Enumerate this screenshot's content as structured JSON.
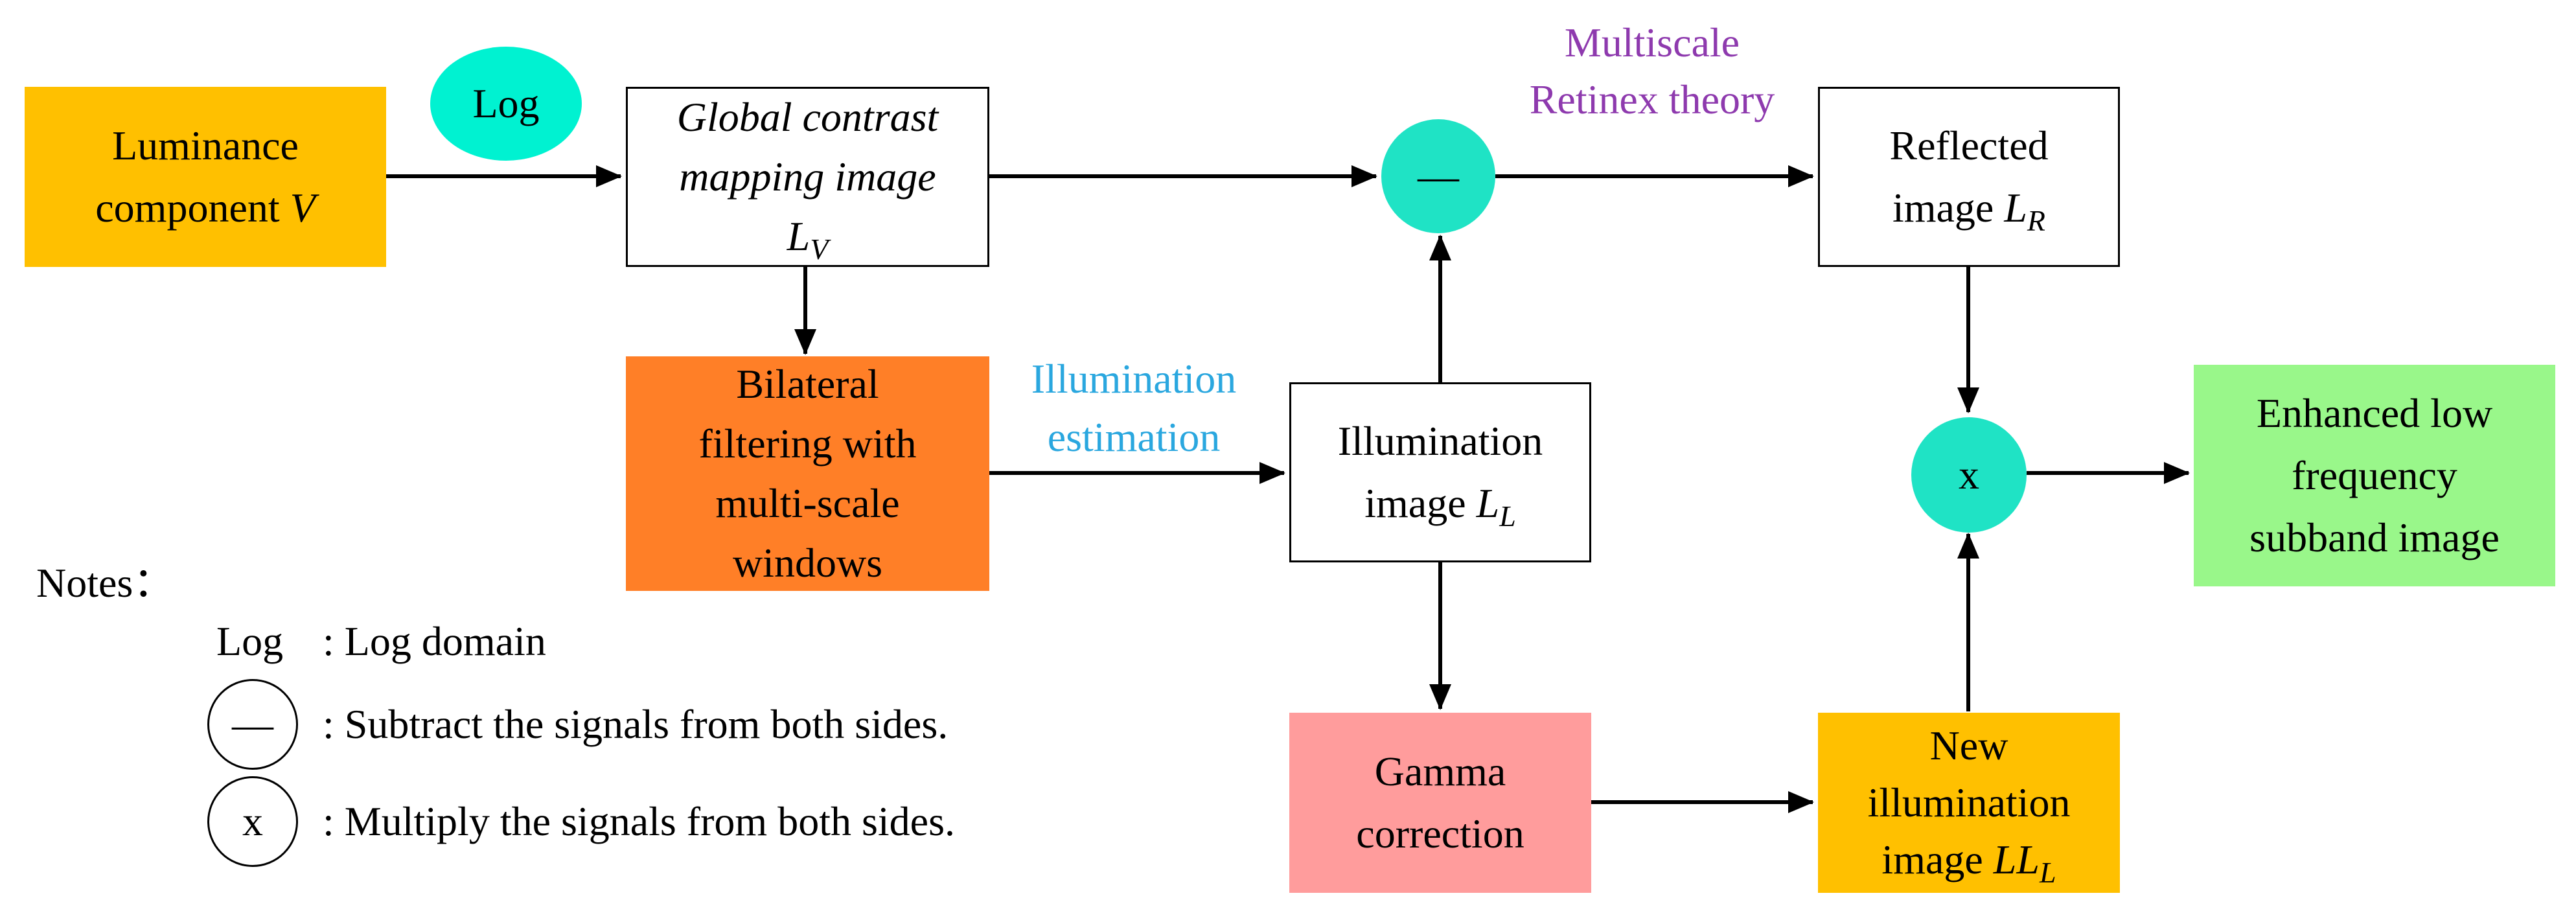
{
  "colors": {
    "luminance_fill": "#FFC000",
    "log_fill": "#00F2D1",
    "bilateral_fill": "#FF7F27",
    "gamma_fill": "#FF9C9C",
    "new_illum_fill": "#FFC000",
    "enhanced_fill": "#99F78A",
    "operator_fill": "#1FE3C5",
    "illum_label_color": "#2AA7DF",
    "retinex_label_color": "#8E3AAE"
  },
  "nodes": {
    "luminance": {
      "line1": "Luminance",
      "line2_text": "component ",
      "line2_var": "V"
    },
    "log_bubble": {
      "text": "Log"
    },
    "global": {
      "line1": "Global contrast",
      "line2": "mapping image",
      "var": "L",
      "sub": "V"
    },
    "bilateral": {
      "line1": "Bilateral",
      "line2": "filtering with",
      "line3": "multi-scale",
      "line4": "windows"
    },
    "illum_image": {
      "line1": "Illumination",
      "line2_text": "image ",
      "var": "L",
      "sub": "L"
    },
    "reflected": {
      "line1": "Reflected",
      "line2_text": "image ",
      "var": "L",
      "sub": "R"
    },
    "gamma": {
      "line1": "Gamma",
      "line2": "correction"
    },
    "new_illum": {
      "line1": "New",
      "line2": "illumination",
      "line3_text": "image ",
      "var": "LL",
      "sub": "L"
    },
    "enhanced": {
      "line1": "Enhanced low",
      "line2": "frequency",
      "line3": "subband image"
    },
    "subtract_op": {
      "symbol": "—"
    },
    "multiply_op": {
      "symbol": "x"
    }
  },
  "edge_labels": {
    "illumination_estimation": {
      "line1": "Illumination",
      "line2": "estimation"
    },
    "multiscale_retinex": {
      "line1": "Multiscale",
      "line2": "Retinex theory"
    }
  },
  "notes": {
    "title": "Notes：",
    "log_key": "Log",
    "log_desc": ": Log domain",
    "subtract_symbol": "—",
    "subtract_desc": ": Subtract the signals from both sides.",
    "multiply_symbol": "x",
    "multiply_desc": ": Multiply the signals from both sides."
  }
}
